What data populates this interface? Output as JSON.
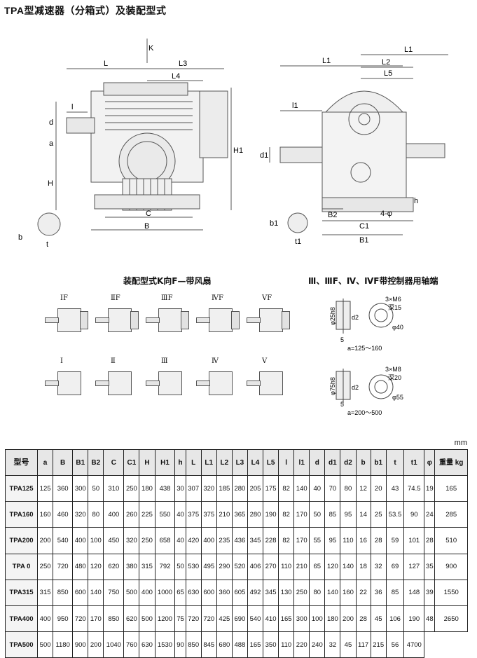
{
  "title": "TPA型减速器（分箱式）及装配型式",
  "drawing_front": {
    "arrow_label": "K",
    "dims": [
      "L",
      "L3",
      "L4",
      "l",
      "d",
      "a",
      "H",
      "H1",
      "C",
      "B",
      "b",
      "t"
    ]
  },
  "drawing_side": {
    "dims": [
      "L1",
      "L2",
      "L5",
      "L1",
      "l1",
      "d1",
      "h",
      "B2",
      "4-φ",
      "C1",
      "B1",
      "b1",
      "t1"
    ]
  },
  "assembly": {
    "caption": "装配型式K向F—带风扇",
    "fan_types": [
      "ⅠF",
      "ⅡF",
      "ⅢF",
      "ⅣF",
      "ⅤF"
    ],
    "plain_types": [
      "Ⅰ",
      "Ⅱ",
      "Ⅲ",
      "Ⅳ",
      "Ⅴ"
    ]
  },
  "shaft_end": {
    "caption": "Ⅲ、ⅢF、Ⅳ、ⅣF带控制器用轴端",
    "upper": {
      "bore": "φ25h8",
      "d2": "d2",
      "len": "5",
      "holes": "3×M6",
      "depth": "深15",
      "pcd": "φ40",
      "range": "a=125～160"
    },
    "lower": {
      "bore": "φ75h8",
      "d2": "d2",
      "len": "5",
      "holes": "3×M8",
      "depth": "深20",
      "pcd": "φ55",
      "range": "a=200～500"
    }
  },
  "table": {
    "unit": "mm",
    "headers": [
      "型号",
      "a",
      "B",
      "B1",
      "B2",
      "C",
      "C1",
      "H",
      "H1",
      "h",
      "L",
      "L1",
      "L2",
      "L3",
      "L4",
      "L5",
      "l",
      "l1",
      "d",
      "d1",
      "d2",
      "b",
      "b1",
      "t",
      "t1",
      "φ",
      "重量 kg"
    ],
    "rows": [
      [
        "TPA125",
        "125",
        "360",
        "300",
        "50",
        "310",
        "250",
        "180",
        "438",
        "30",
        "307",
        "320",
        "185",
        "280",
        "205",
        "175",
        "82",
        "140",
        "40",
        "70",
        "80",
        "12",
        "20",
        "43",
        "74.5",
        "19",
        "165"
      ],
      [
        "TPA160",
        "160",
        "460",
        "320",
        "80",
        "400",
        "260",
        "225",
        "550",
        "40",
        "375",
        "375",
        "210",
        "365",
        "280",
        "190",
        "82",
        "170",
        "50",
        "85",
        "95",
        "14",
        "25",
        "53.5",
        "90",
        "24",
        "285"
      ],
      [
        "TPA200",
        "200",
        "540",
        "400",
        "100",
        "450",
        "320",
        "250",
        "658",
        "40",
        "420",
        "400",
        "235",
        "436",
        "345",
        "228",
        "82",
        "170",
        "55",
        "95",
        "110",
        "16",
        "28",
        "59",
        "101",
        "28",
        "510"
      ],
      [
        "TPA 0",
        "250",
        "720",
        "480",
        "120",
        "620",
        "380",
        "315",
        "792",
        "50",
        "530",
        "495",
        "290",
        "520",
        "406",
        "270",
        "110",
        "210",
        "65",
        "120",
        "140",
        "18",
        "32",
        "69",
        "127",
        "35",
        "900"
      ],
      [
        "TPA315",
        "315",
        "850",
        "600",
        "140",
        "750",
        "500",
        "400",
        "1000",
        "65",
        "630",
        "600",
        "360",
        "605",
        "492",
        "345",
        "130",
        "250",
        "80",
        "140",
        "160",
        "22",
        "36",
        "85",
        "148",
        "39",
        "1550"
      ],
      [
        "TPA400",
        "400",
        "950",
        "720",
        "170",
        "850",
        "620",
        "500",
        "1200",
        "75",
        "720",
        "720",
        "425",
        "690",
        "540",
        "410",
        "165",
        "300",
        "100",
        "180",
        "200",
        "28",
        "45",
        "106",
        "190",
        "48",
        "2650"
      ],
      [
        "TPA500",
        "500",
        "1180",
        "900",
        "200",
        "1040",
        "760",
        "630",
        "1530",
        "90",
        "850",
        "845",
        "680",
        "488",
        "165",
        "350",
        "110",
        "220",
        "240",
        "32",
        "45",
        "117",
        "215",
        "56",
        "4700"
      ]
    ]
  }
}
